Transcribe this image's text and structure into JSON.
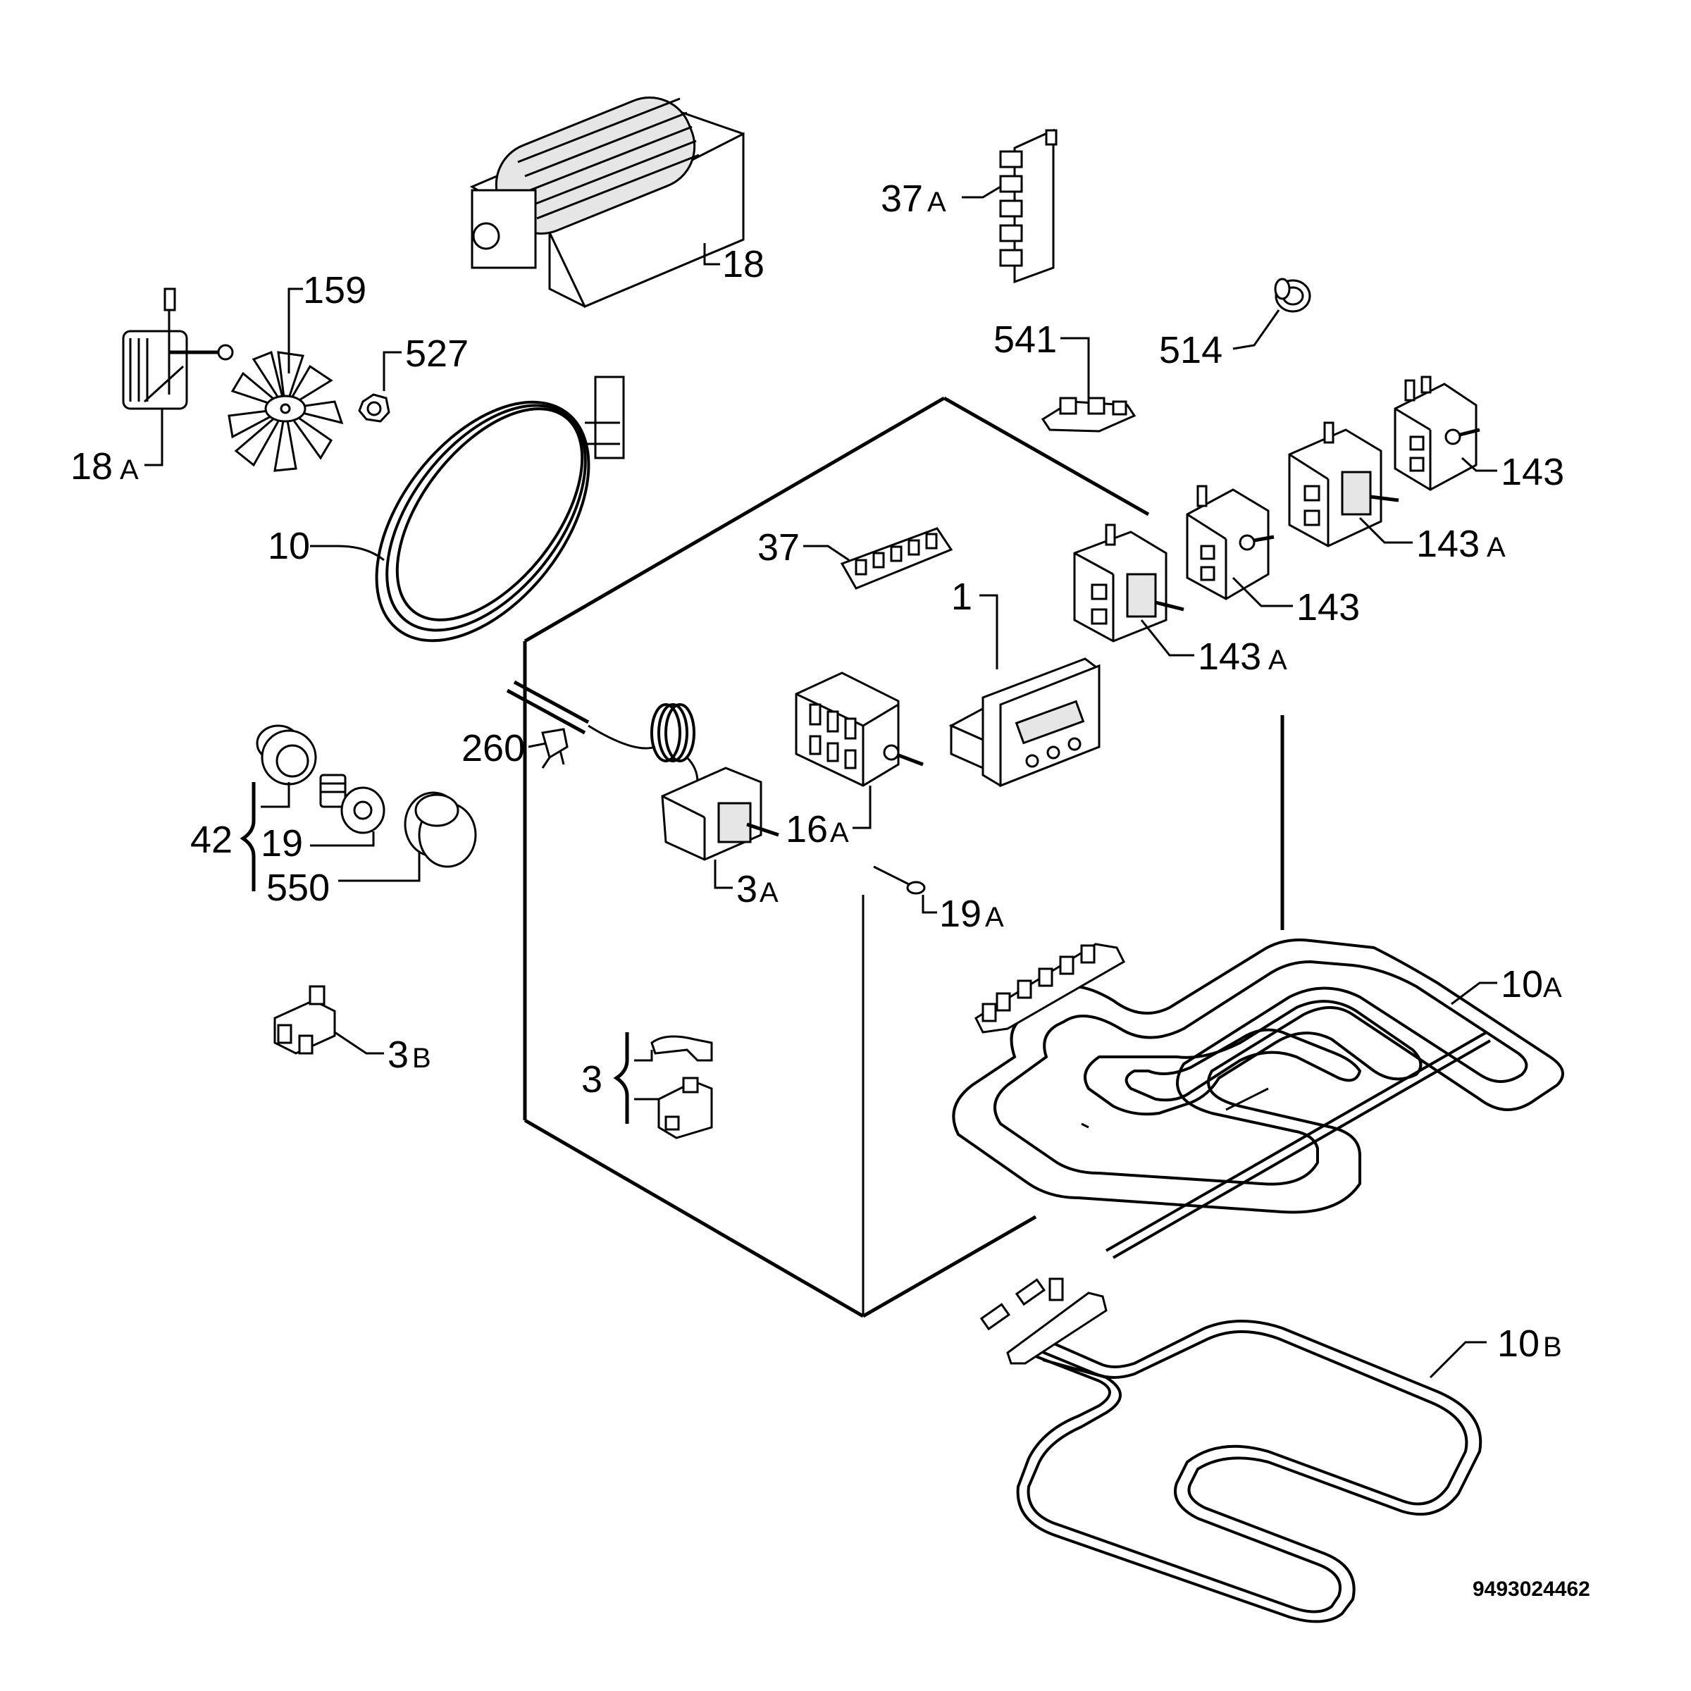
{
  "parts": {
    "p18": "18",
    "p18a_num": "18",
    "p18a_suf": "A",
    "p159": "159",
    "p527": "527",
    "p10": "10",
    "p37a_num": "37",
    "p37a_suf": "A",
    "p541": "541",
    "p514": "514",
    "p143_top": "143",
    "p143a_top_num": "143",
    "p143a_top_suf": "A",
    "p143_mid": "143",
    "p143a_mid_num": "143",
    "p143a_mid_suf": "A",
    "p37": "37",
    "p1": "1",
    "p260": "260",
    "p16a_num": "16",
    "p16a_suf": "A",
    "p3a_num": "3",
    "p3a_suf": "A",
    "p19a_num": "19",
    "p19a_suf": "A",
    "p42": "42",
    "p19": "19",
    "p550": "550",
    "p3b_num": "3",
    "p3b_suf": "B",
    "p3": "3",
    "p10a_num": "10",
    "p10a_suf": "A",
    "p10b_num": "10",
    "p10b_suf": "B"
  },
  "doc_number": "9493024462"
}
